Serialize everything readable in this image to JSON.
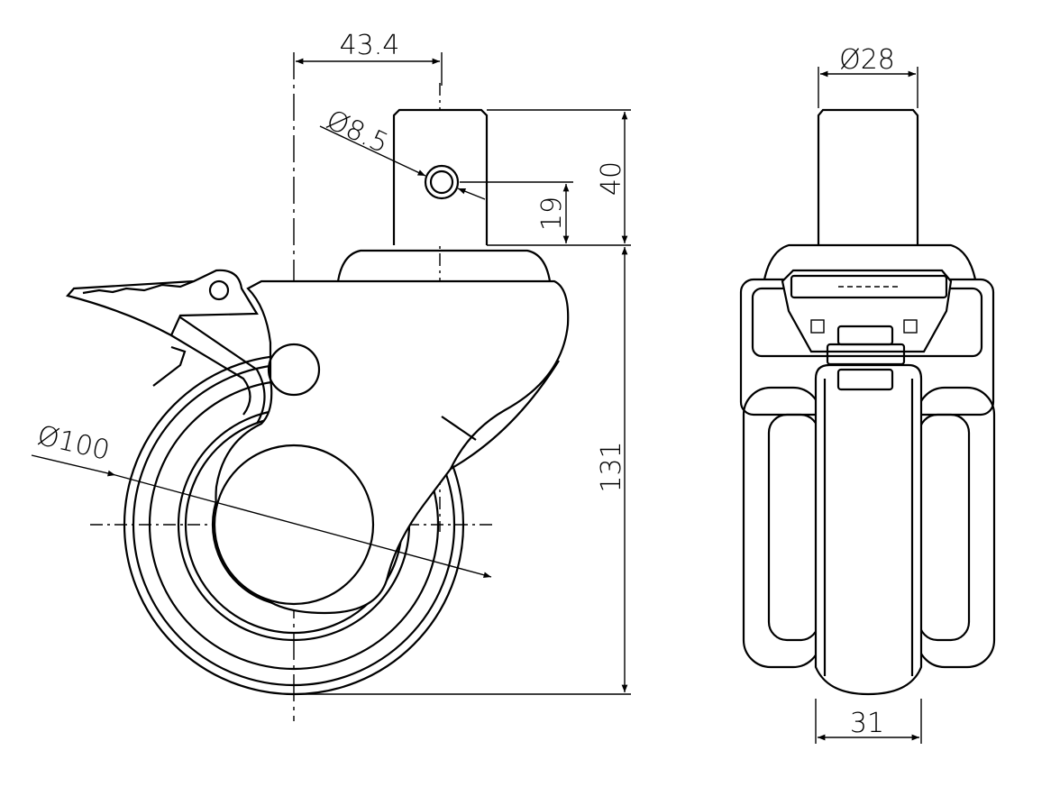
{
  "drawing": {
    "side_view": {
      "dimensions": {
        "offset": "43.4",
        "hole_diameter": "Ø8.5",
        "stem_height": "40",
        "hole_height": "19",
        "total_height": "131",
        "wheel_diameter": "Ø100"
      }
    },
    "front_view": {
      "dimensions": {
        "stem_diameter": "Ø28",
        "wheel_width": "31"
      }
    },
    "colors": {
      "line": "#000000",
      "background": "#ffffff"
    }
  }
}
